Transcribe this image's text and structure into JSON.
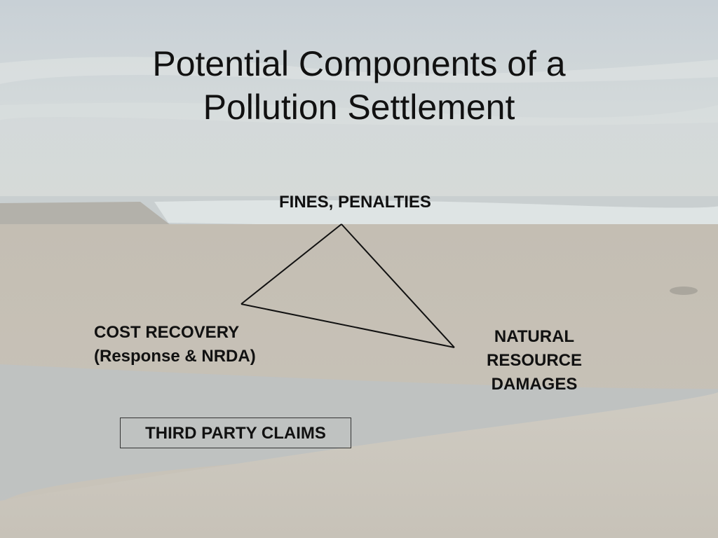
{
  "slide": {
    "title_lines": [
      "Potential Components of a",
      "Pollution Settlement"
    ],
    "diagram": {
      "top_label": "FINES, PENALTIES",
      "left_label_lines": [
        "COST RECOVERY",
        "(Response & NRDA)"
      ],
      "right_label_lines": [
        "NATURAL",
        "RESOURCE",
        "DAMAGES"
      ]
    },
    "boxed_label": "THIRD PARTY CLAIMS"
  },
  "colors": {
    "sky": "#d0d6d8",
    "sea": "#c3c9c9",
    "sand": "#c6c1b6",
    "water_pool": "#b9c0c2",
    "text": "#111111",
    "triangle_line": "#111111"
  },
  "background_image": "beach-shoreline-photo"
}
